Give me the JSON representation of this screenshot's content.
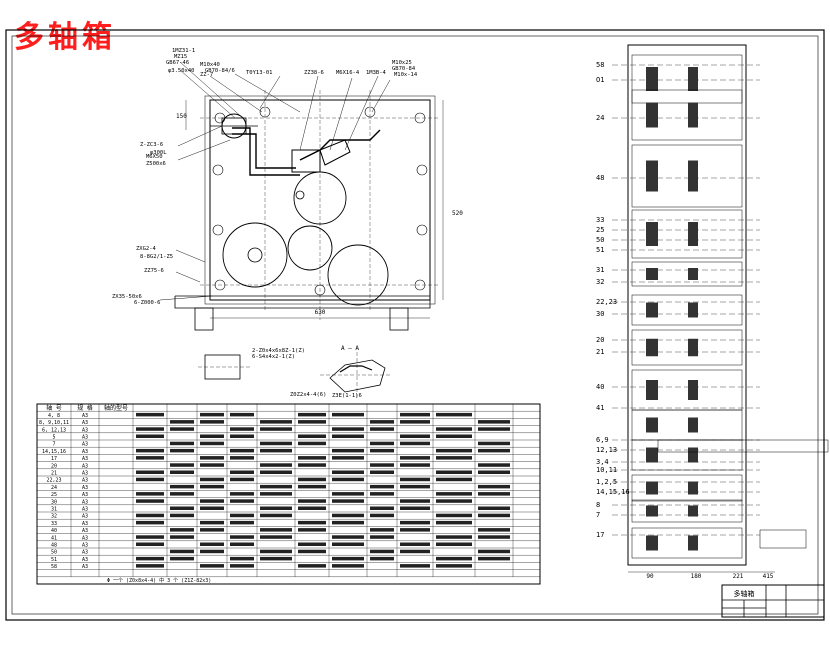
{
  "title": "多轴箱",
  "top_callouts": [
    "1MZ31-1",
    "MZ15",
    "GB67-46",
    "φ3.50x40",
    "M10x40",
    "GB70-84/6",
    "ZZ-7",
    "T0Y13-01",
    "ZZ38-6",
    "M6X16-4",
    "1M3B-4",
    "M10x25",
    "GB70-84",
    "M10x-14"
  ],
  "side_callouts": [
    "Z-ZC3-6",
    "φ300L",
    "M6X50",
    "Z500x6",
    "ZXG2-4",
    "8-8G2/1-Z5",
    "ZZ75-6",
    "ZX35-50x6",
    "6-Z000-6"
  ],
  "dims": {
    "bottom": "630",
    "right": "520",
    "left": "150"
  },
  "mid_notes": [
    "2-Z0x4x6x8Z-1(Z)",
    "6-S4x4x2-1(Z)"
  ],
  "section_label": "A — A",
  "section_callouts": [
    "Z0Z2x4-4(6)",
    "Z3E(1-1)6"
  ],
  "shaft_labels": [
    "58",
    "O1",
    "24",
    "48",
    "33",
    "25",
    "50",
    "51",
    "31",
    "32",
    "22,23",
    "30",
    "20",
    "21",
    "40",
    "41",
    "6,9",
    "12,13",
    "3,4",
    "10,11",
    "1,2,5",
    "14,15,16",
    "8",
    "7",
    "17"
  ],
  "shaft_dims": [
    "90",
    "180",
    "221",
    "415"
  ],
  "table": {
    "headers": [
      "轴 号",
      "规 格",
      "轴的型号"
    ],
    "rows": [
      [
        "4, 8",
        "A3"
      ],
      [
        "8, 9,10,11",
        "A3"
      ],
      [
        "6, 12,13",
        "A3"
      ],
      [
        "5",
        "A3"
      ],
      [
        "7",
        "A3"
      ],
      [
        "14,15,16",
        "A3"
      ],
      [
        "17",
        "A3"
      ],
      [
        "20",
        "A3"
      ],
      [
        "21",
        "A3"
      ],
      [
        "22,23",
        "A3"
      ],
      [
        "24",
        "A3"
      ],
      [
        "25",
        "A3"
      ],
      [
        "30",
        "A3"
      ],
      [
        "31",
        "A3"
      ],
      [
        "32",
        "A3"
      ],
      [
        "33",
        "A3"
      ],
      [
        "40",
        "A3"
      ],
      [
        "41",
        "A3"
      ],
      [
        "48",
        "A3"
      ],
      [
        "50",
        "A3"
      ],
      [
        "51",
        "A3"
      ],
      [
        "58",
        "A3"
      ]
    ],
    "footer": "Φ 一个 (Z0x8x4-4) 中 3 个 (Z1Z-82x3)"
  },
  "title_block": {
    "name": "多轴箱"
  }
}
